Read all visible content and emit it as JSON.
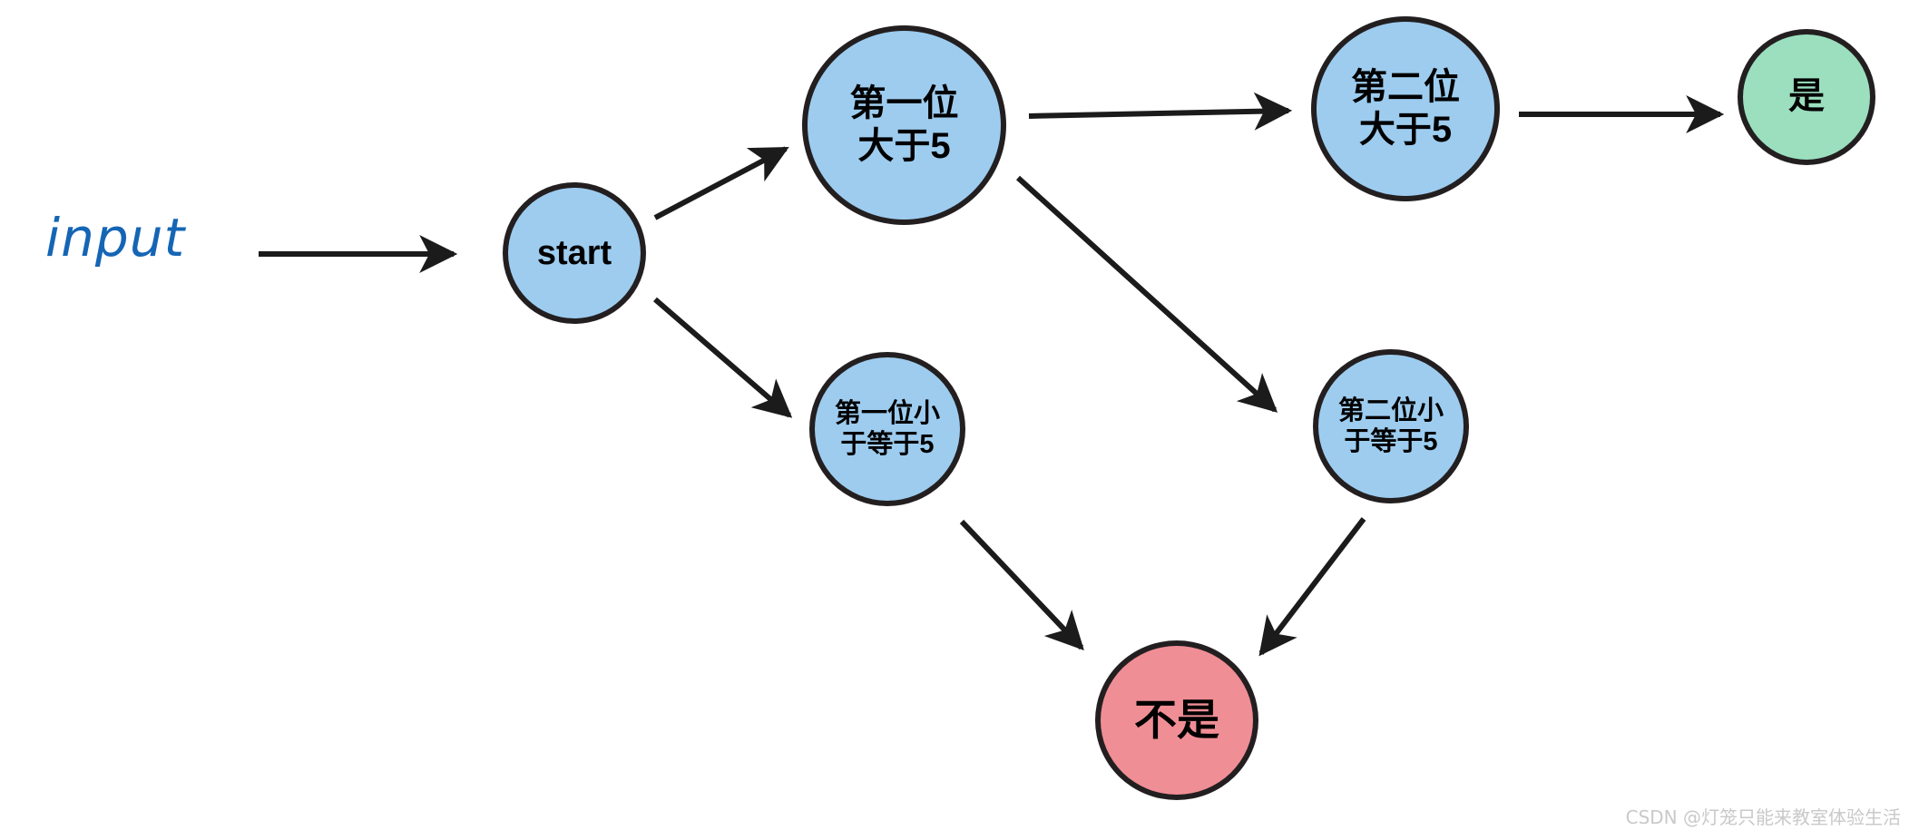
{
  "diagram": {
    "title": "number-digit-check-flowchart",
    "background": "#ffffff",
    "input_label": "input",
    "colors": {
      "blue_fill": "#9DCCEF",
      "green_fill": "#9BDFBF",
      "red_fill": "#F08E95",
      "stroke": "#231f20",
      "input_text": "#1565B5",
      "watermark": "#c9c9c9"
    },
    "nodes": {
      "start": {
        "label": "start",
        "type": "start",
        "fill": "#9DCCEF"
      },
      "d1": {
        "line1": "第一位",
        "line2": "大于5",
        "type": "decision",
        "fill": "#9DCCEF"
      },
      "d2": {
        "line1": "第二位",
        "line2": "大于5",
        "type": "decision",
        "fill": "#9DCCEF"
      },
      "d3": {
        "line1": "第一位小",
        "line2": "于等于5",
        "type": "decision",
        "fill": "#9DCCEF"
      },
      "d4": {
        "line1": "第二位小",
        "line2": "于等于5",
        "type": "decision",
        "fill": "#9DCCEF"
      },
      "yes": {
        "label": "是",
        "type": "terminal-accept",
        "fill": "#9BDFBF"
      },
      "no": {
        "label": "不是",
        "type": "terminal-reject",
        "fill": "#F08E95"
      }
    },
    "edges": [
      {
        "id": "input-to-start",
        "from": "input",
        "to": "start",
        "label": ""
      },
      {
        "id": "start-to-d1",
        "from": "start",
        "to": "d1",
        "label": ""
      },
      {
        "id": "start-to-d3",
        "from": "start",
        "to": "d3",
        "label": ""
      },
      {
        "id": "d1-to-d2",
        "from": "d1",
        "to": "d2",
        "label": ""
      },
      {
        "id": "d1-to-d4",
        "from": "d1",
        "to": "d4",
        "label": ""
      },
      {
        "id": "d2-to-yes",
        "from": "d2",
        "to": "yes",
        "label": ""
      },
      {
        "id": "d3-to-no",
        "from": "d3",
        "to": "no",
        "label": ""
      },
      {
        "id": "d4-to-no",
        "from": "d4",
        "to": "no",
        "label": ""
      }
    ],
    "watermark": "CSDN @灯笼只能来教室体验生活"
  }
}
